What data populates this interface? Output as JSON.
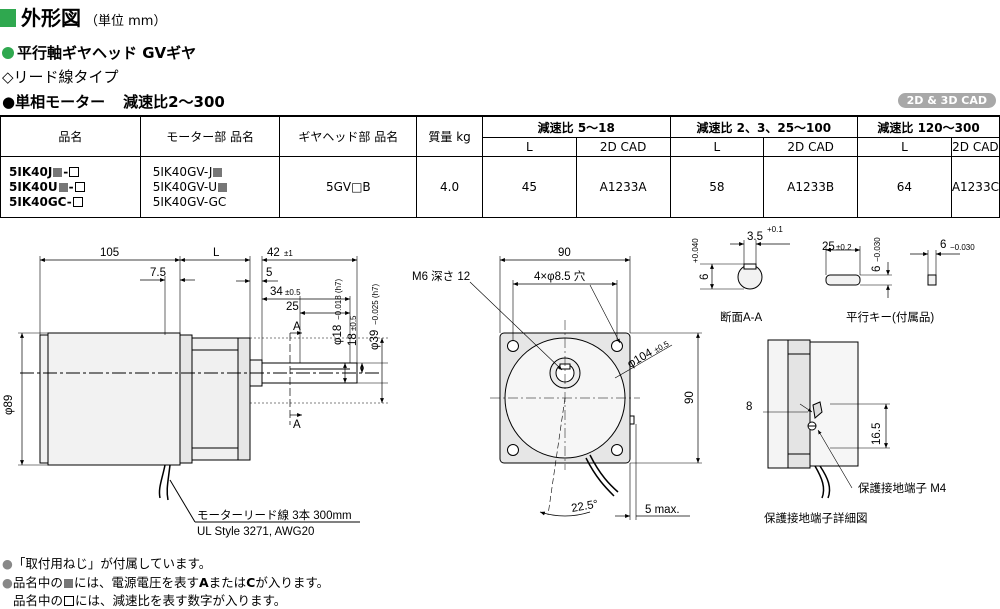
{
  "header": {
    "title": "外形図",
    "unit": "（単位 mm）",
    "subtitle_gear": "平行軸ギヤヘッド GVギヤ",
    "subtitle_lead": "◇リード線タイプ",
    "subtitle_motor": "●単相モーター",
    "subtitle_ratio": "減速比2～300",
    "cad_badge": "2D & 3D CAD",
    "accent_color": "#2fa84f"
  },
  "table": {
    "headers": {
      "product": "品名",
      "motor": "モーター部 品名",
      "gearhead": "ギヤヘッド部 品名",
      "mass": "質量 kg",
      "ratio1": "減速比 5～18",
      "ratio2": "減速比 2、3、25～100",
      "ratio3": "減速比 120～300",
      "L": "L",
      "cad": "2D CAD"
    },
    "rows": {
      "products": [
        "5IK40J",
        "5IK40U",
        "5IK40GC"
      ],
      "motors": [
        "5IK40GV-J",
        "5IK40GV-U",
        "5IK40GV-GC"
      ],
      "gearhead": "5GV□B",
      "mass": "4.0",
      "L1": "45",
      "cad1": "A1233A",
      "L2": "58",
      "cad2": "A1233B",
      "L3": "64",
      "cad3": "A1233C"
    }
  },
  "drawing": {
    "side": {
      "d105": "105",
      "d7_5": "7.5",
      "dL": "L",
      "d42": "42",
      "d42t": "±1",
      "d5": "5",
      "d34": "34",
      "d34t": "±0.5",
      "d25": "25",
      "secA": "A",
      "phi89": "φ89",
      "phi18": "φ18",
      "phi18t": "−0.018 (h7)",
      "d18": "18",
      "d18t": "±0.5",
      "phi39": "φ39",
      "phi39t": "−0.025 (h7)",
      "lead_note1": "モーターリード線 3本 300mm",
      "lead_note2": "UL Style 3271, AWG20"
    },
    "front": {
      "d90w": "90",
      "holes": "4×φ8.5 穴",
      "m6": "M6 深さ 12",
      "phi104": "φ104",
      "phi104t": "±0.5",
      "d90h": "90",
      "angle": "22.5°",
      "max5": "5 max."
    },
    "section": {
      "d3_5": "3.5",
      "d3_5t": "+0.1",
      "d6": "6",
      "d6t": "+0.040",
      "label": "断面A-A"
    },
    "key": {
      "d25": "25",
      "d25t": "±0.2",
      "d6a": "6",
      "d6at": "−0.030",
      "d6b": "6",
      "d6bt": "−0.030",
      "label": "平行キー(付属品)"
    },
    "earth": {
      "d8": "8",
      "d16_5": "16.5",
      "terminal": "保護接地端子 M4",
      "label": "保護接地端子詳細図"
    }
  },
  "notes": {
    "n1": "「取付用ねじ」が付属しています。",
    "n2a": "品名中の",
    "n2b": "には、電源電圧を表す",
    "n2c": "A",
    "n2d": "または",
    "n2e": "C",
    "n2f": "が入ります。",
    "n3a": "品名中の",
    "n3b": "には、減速比を表す数字が入ります。"
  }
}
